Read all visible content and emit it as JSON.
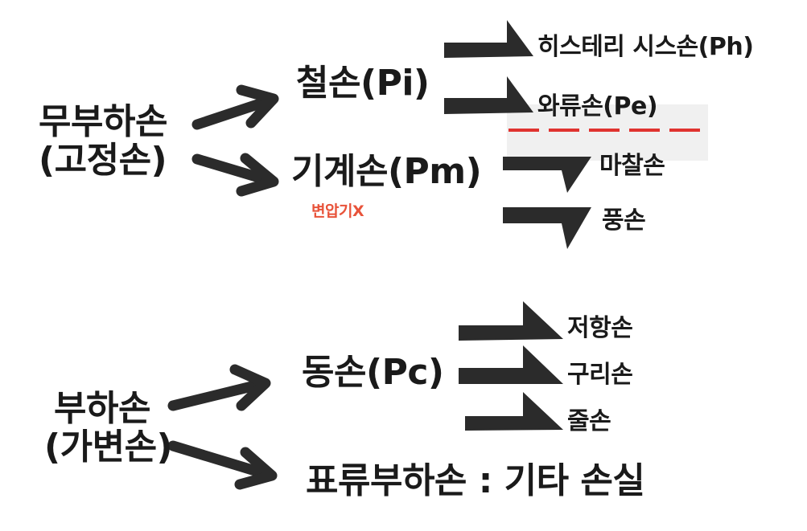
{
  "left_groups": {
    "no_load": {
      "line1": "무부하손",
      "line2": "(고정손)"
    },
    "load": {
      "line1": "부하손",
      "line2": "(가변손)"
    }
  },
  "middle": {
    "iron_loss": "철손(Pi)",
    "mechanical_loss": "기계손(Pm)",
    "mechanical_note": "변압기X",
    "copper_loss": "동손(Pc)",
    "stray_load_loss": "표류부하손 : 기타 손실"
  },
  "branches": {
    "hysteresis": "히스테리 시스손(Ph)",
    "eddy_current": "와류손(Pe)",
    "friction": "마찰손",
    "windage": "풍손",
    "resistance": "저항손",
    "copper_winding": "구리손",
    "joule": "줄손"
  },
  "colors": {
    "ink": "#2b2b2b",
    "note_red": "#e8533a",
    "dashed_red": "#e0332f",
    "highlight_grey": "#f0f0f0"
  }
}
